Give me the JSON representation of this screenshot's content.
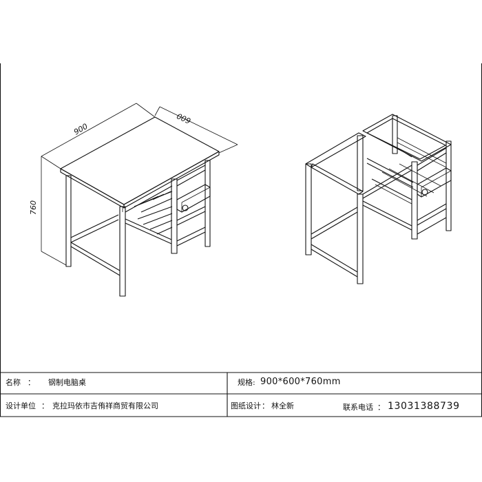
{
  "dimensions": {
    "width": "900",
    "depth": "600",
    "height": "760"
  },
  "title_block": {
    "name_label": "名称",
    "name_sep": "：",
    "name_value": "钢制电脑桌",
    "spec_label": "规格:",
    "spec_value": "900*600*760mm",
    "unit_label": "设计单位",
    "unit_sep": "：",
    "unit_value": "克拉玛依市吉侑祥商贸有限公司",
    "designer_label": "图纸设计",
    "designer_sep": "：",
    "designer_value": "林全新",
    "phone_label": "联系电话",
    "phone_sep": "：",
    "phone_value": "13031388739"
  }
}
